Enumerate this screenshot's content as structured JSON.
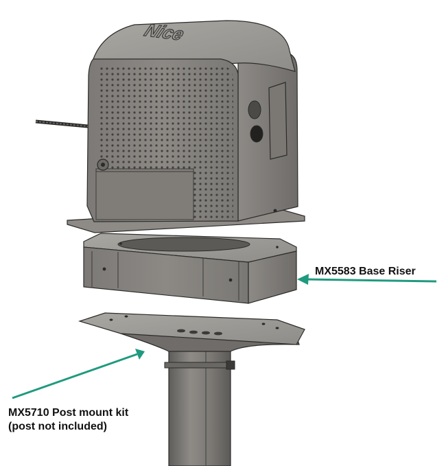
{
  "labels": {
    "base_riser": "MX5583 Base Riser",
    "post_mount_line1": "MX5710 Post mount kit",
    "post_mount_line2": "(post not included)"
  },
  "logo": {
    "text": "Nice"
  },
  "colors": {
    "metal_light": "#9c9a95",
    "metal_mid": "#85827e",
    "metal_dark": "#5d5b58",
    "outline": "#2c2b29",
    "arrow": "#1f9a7f"
  },
  "icons": {
    "arrow_riser": "arrow-left-icon",
    "arrow_post": "arrow-up-right-icon"
  }
}
